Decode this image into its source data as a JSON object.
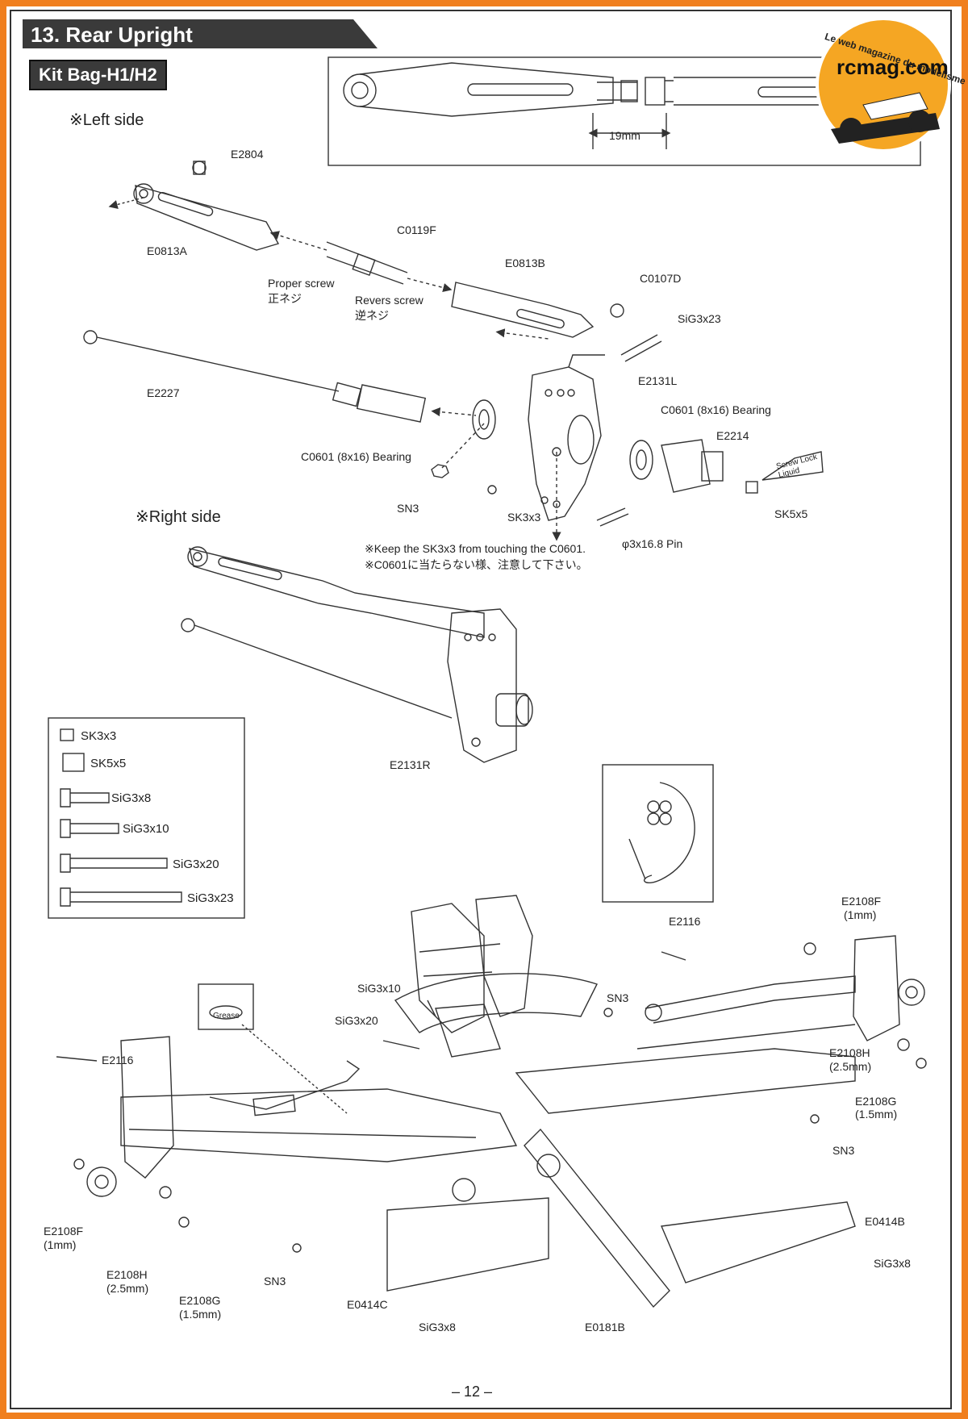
{
  "header": {
    "title": "13. Rear Upright",
    "kit_bag": "Kit Bag-H1/H2"
  },
  "sides": {
    "left": "※Left side",
    "right": "※Right side"
  },
  "logo": {
    "name": "rcmag.com",
    "tagline": "Le web magazine du modelisme"
  },
  "inset_dimension": "19mm",
  "left_labels": {
    "e2804": "E2804",
    "e0813a": "E0813A",
    "c0119f": "C0119F",
    "proper_screw": "Proper screw",
    "proper_screw_jp": "正ネジ",
    "revers_screw": "Revers screw",
    "revers_screw_jp": "逆ネジ",
    "e0813b": "E0813B",
    "c0107d": "C0107D",
    "sig3x23": "SiG3x23",
    "e2227": "E2227",
    "e2131l": "E2131L",
    "c0601_right": "C0601 (8x16) Bearing",
    "e2214": "E2214",
    "c0601_left": "C0601 (8x16) Bearing",
    "screw_lock": "Screw Lock Liquid",
    "sn3": "SN3",
    "sk3x3": "SK3x3",
    "sk5x5": "SK5x5",
    "pin": "φ3x16.8 Pin"
  },
  "notes": {
    "en": "※Keep the SK3x3 from touching the C0601.",
    "jp": "※C0601に当たらない様、注意して下さい。"
  },
  "right_labels": {
    "e2131r": "E2131R"
  },
  "hardware_box": [
    "SK3x3",
    "SK5x5",
    "SiG3x8",
    "SiG3x10",
    "SiG3x20",
    "SiG3x23"
  ],
  "grease": "Grease",
  "assembly_labels": {
    "e2116_left": "E2116",
    "e2116_right": "E2116",
    "sig3x10": "SiG3x10",
    "sig3x20": "SiG3x20",
    "sn3_top": "SN3",
    "e2108f_right": "E2108F",
    "e2108f_right_size": "(1mm)",
    "e2108h_right": "E2108H",
    "e2108h_right_size": "(2.5mm)",
    "e2108g_right": "E2108G",
    "e2108g_right_size": "(1.5mm)",
    "sn3_right": "SN3",
    "e0414b": "E0414B",
    "sig3x8_right": "SiG3x8",
    "e2108f_left": "E2108F",
    "e2108f_left_size": "(1mm)",
    "e2108h_left": "E2108H",
    "e2108h_left_size": "(2.5mm)",
    "e2108g_left": "E2108G",
    "e2108g_left_size": "(1.5mm)",
    "sn3_left": "SN3",
    "e0414c": "E0414C",
    "sig3x8_left": "SiG3x8",
    "e0181b": "E0181B"
  },
  "page_number": "– 12 –"
}
